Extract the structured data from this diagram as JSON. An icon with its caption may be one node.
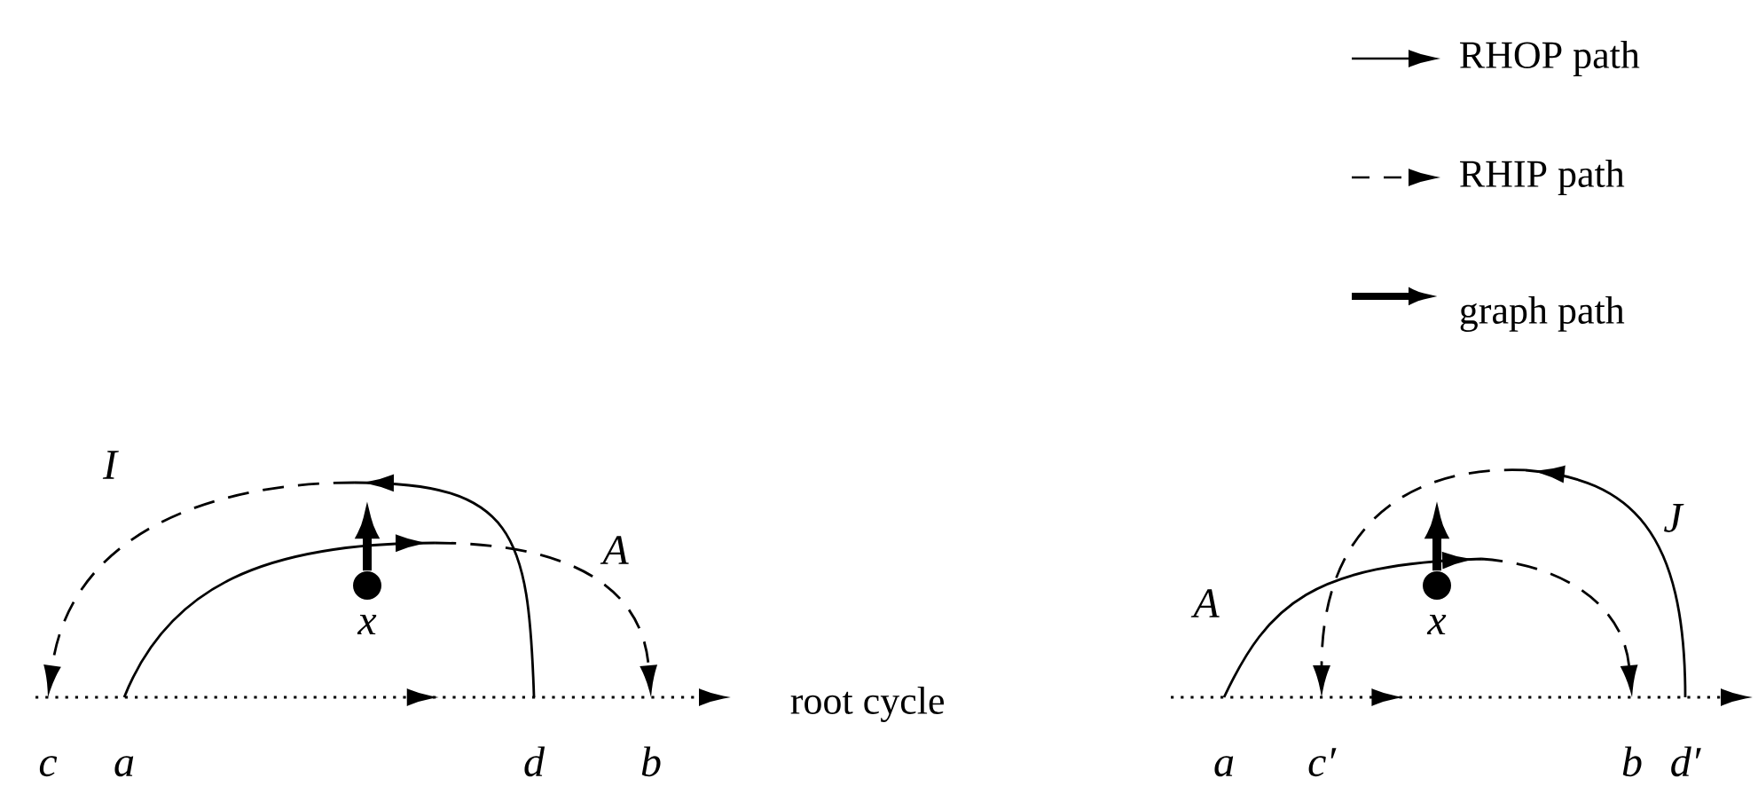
{
  "diagram": {
    "nodes": [
      {
        "text": [
          "c"
        ]
      },
      {
        "text": [
          "a"
        ]
      },
      {
        "text": [
          "d"
        ]
      },
      {
        "text": [
          "b"
        ]
      },
      {
        "text": [],
        "shape": "circle",
        "beside": [
          "x"
        ]
      },
      {
        "text": [
          "a"
        ]
      },
      {
        "text": [
          "c′"
        ]
      },
      {
        "text": [
          "b"
        ]
      },
      {
        "text": [
          "d′"
        ]
      },
      {
        "text": [],
        "shape": "circle",
        "beside": [
          "x"
        ]
      }
    ],
    "edges": [
      {
        "from": 1,
        "to": 3,
        "arrow": "to",
        "label": "A",
        "style": "dashed"
      },
      {
        "from": 2,
        "to": 0,
        "arrow": "to",
        "label": "I",
        "style": "dashed"
      },
      {
        "from": 4,
        "to": null,
        "arrow": "to",
        "style": "thick"
      },
      {
        "from": 5,
        "to": 7,
        "arrow": "to",
        "label": "A",
        "style": "dashed"
      },
      {
        "from": 8,
        "to": 6,
        "arrow": "to",
        "label": "J",
        "style": "dashed"
      },
      {
        "from": 9,
        "to": null,
        "arrow": "to",
        "style": "thick"
      }
    ],
    "labels": [
      "root cycle"
    ],
    "legend": [
      {
        "text": "RHOP path"
      },
      {
        "text": "RHIP path"
      },
      {
        "text": "graph path"
      }
    ]
  }
}
